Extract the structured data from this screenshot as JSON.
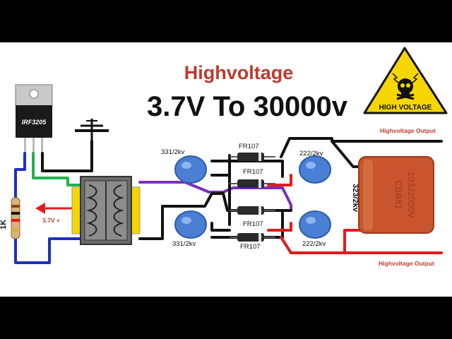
{
  "title_line1": "Highvoltage",
  "title_line2": "3.7V To 30000v",
  "mosfet_label": "IRF3205",
  "resistor_label": "1K",
  "input_label": "3.7V +",
  "warning_label": "HIGH VOLTAGE",
  "output_label_top": "Highvoltage Output",
  "output_label_bottom": "Highvoltage Output",
  "cap_top_left": "331/2kv",
  "cap_bottom_left": "331/2kv",
  "cap_top_right": "222/2kv",
  "cap_bottom_right": "222/2kv",
  "big_cap_label": "323/2kv",
  "big_cap_text1": "CBB81",
  "big_cap_text2": "103J2000V",
  "diode_1": "FR107",
  "diode_2": "FR107",
  "diode_3": "FR107",
  "diode_4": "FR107",
  "colors": {
    "title": "#c0392b",
    "wire_black": "#111111",
    "wire_purple": "#7b2fbe",
    "wire_blue": "#1f2fbf",
    "wire_red": "#e31b1b",
    "wire_green": "#22b14c",
    "capacitor_blue": "#4a7fd4",
    "big_cap": "#c8552e"
  }
}
